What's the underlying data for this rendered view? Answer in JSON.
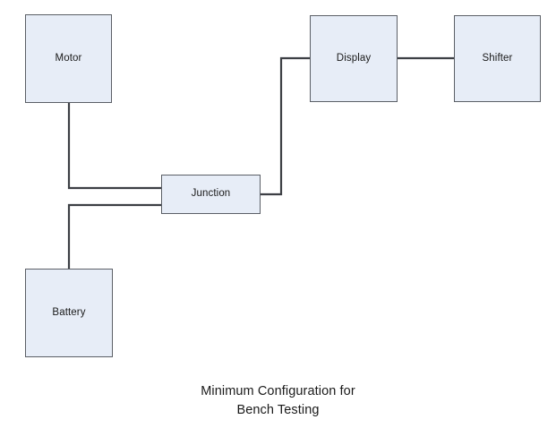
{
  "diagram": {
    "title_lines": [
      "Minimum Configuration for",
      "Bench Testing"
    ],
    "background_color": "#ffffff",
    "node_fill_color": "#e7edf7",
    "node_border_color": "#5b5f66",
    "wire_color": "#3c3f44",
    "text_color": "#1a1a1a",
    "nodes": [
      {
        "id": "motor",
        "label": "Motor"
      },
      {
        "id": "display",
        "label": "Display"
      },
      {
        "id": "shifter",
        "label": "Shifter"
      },
      {
        "id": "junction",
        "label": "Junction"
      },
      {
        "id": "battery",
        "label": "Battery"
      }
    ],
    "connections": [
      {
        "from": "motor",
        "to": "junction",
        "style": "elbow"
      },
      {
        "from": "battery",
        "to": "junction",
        "style": "elbow"
      },
      {
        "from": "junction",
        "to": "display",
        "style": "elbow"
      },
      {
        "from": "display",
        "to": "shifter",
        "style": "straight"
      }
    ]
  }
}
